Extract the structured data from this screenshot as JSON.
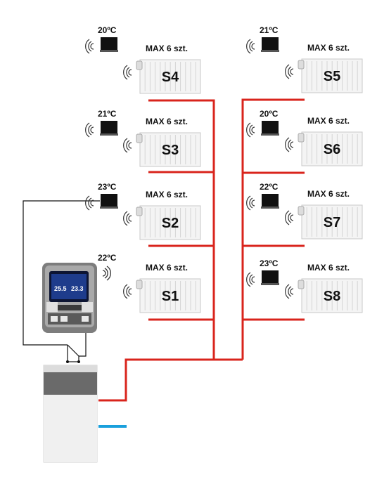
{
  "colors": {
    "pipe_hot": "#d9241c",
    "pipe_cold": "#1aa0dc",
    "wire": "#111111",
    "radiator_fill": "#f4f4f4",
    "radiator_stroke": "#c8c8c8",
    "boiler_top": "#6a6a6a",
    "boiler_body": "#ececec"
  },
  "icons": {
    "thermostat": "room-thermostat-icon",
    "wireless": "wireless-signal-icon",
    "controller": "heating-controller-icon",
    "boiler": "boiler-icon",
    "relay": "relay-switch-icon"
  },
  "zones": [
    {
      "id": "S4",
      "label": "S4",
      "capacity": "MAX 6 szt.",
      "temperature": "20ºC"
    },
    {
      "id": "S3",
      "label": "S3",
      "capacity": "MAX 6 szt.",
      "temperature": "21ºC"
    },
    {
      "id": "S2",
      "label": "S2",
      "capacity": "MAX 6 szt.",
      "temperature": "23ºC"
    },
    {
      "id": "S1",
      "label": "S1",
      "capacity": "MAX 6 szt.",
      "temperature": "22ºC"
    },
    {
      "id": "S5",
      "label": "S5",
      "capacity": "MAX 6 szt.",
      "temperature": "21ºC"
    },
    {
      "id": "S6",
      "label": "S6",
      "capacity": "MAX 6 szt.",
      "temperature": "20ºC"
    },
    {
      "id": "S7",
      "label": "S7",
      "capacity": "MAX 6 szt.",
      "temperature": "22ºC"
    },
    {
      "id": "S8",
      "label": "S8",
      "capacity": "MAX 6 szt.",
      "temperature": "23ºC"
    }
  ],
  "controller": {
    "display_left": "25.5",
    "display_right": "23.3"
  }
}
